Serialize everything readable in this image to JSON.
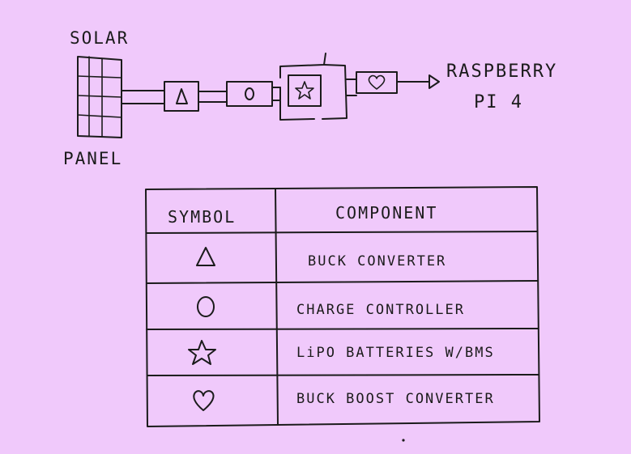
{
  "diagram": {
    "source_label_top": "SOLAR",
    "source_label_bottom": "PANEL",
    "destination_line1": "RASPBERRY",
    "destination_line2": "PI 4"
  },
  "legend": {
    "headers": {
      "symbol": "SYMBOL",
      "component": "COMPONENT"
    },
    "rows": [
      {
        "symbol": "triangle",
        "component": "BUCK CONVERTER"
      },
      {
        "symbol": "circle",
        "component": "CHARGE CONTROLLER"
      },
      {
        "symbol": "star",
        "component": "LiPO BATTERIES W/BMS"
      },
      {
        "symbol": "heart",
        "component": "BUCK BOOST CONVERTER"
      }
    ]
  },
  "colors": {
    "background": "#f0c9fb",
    "ink": "#1b1b1b"
  }
}
